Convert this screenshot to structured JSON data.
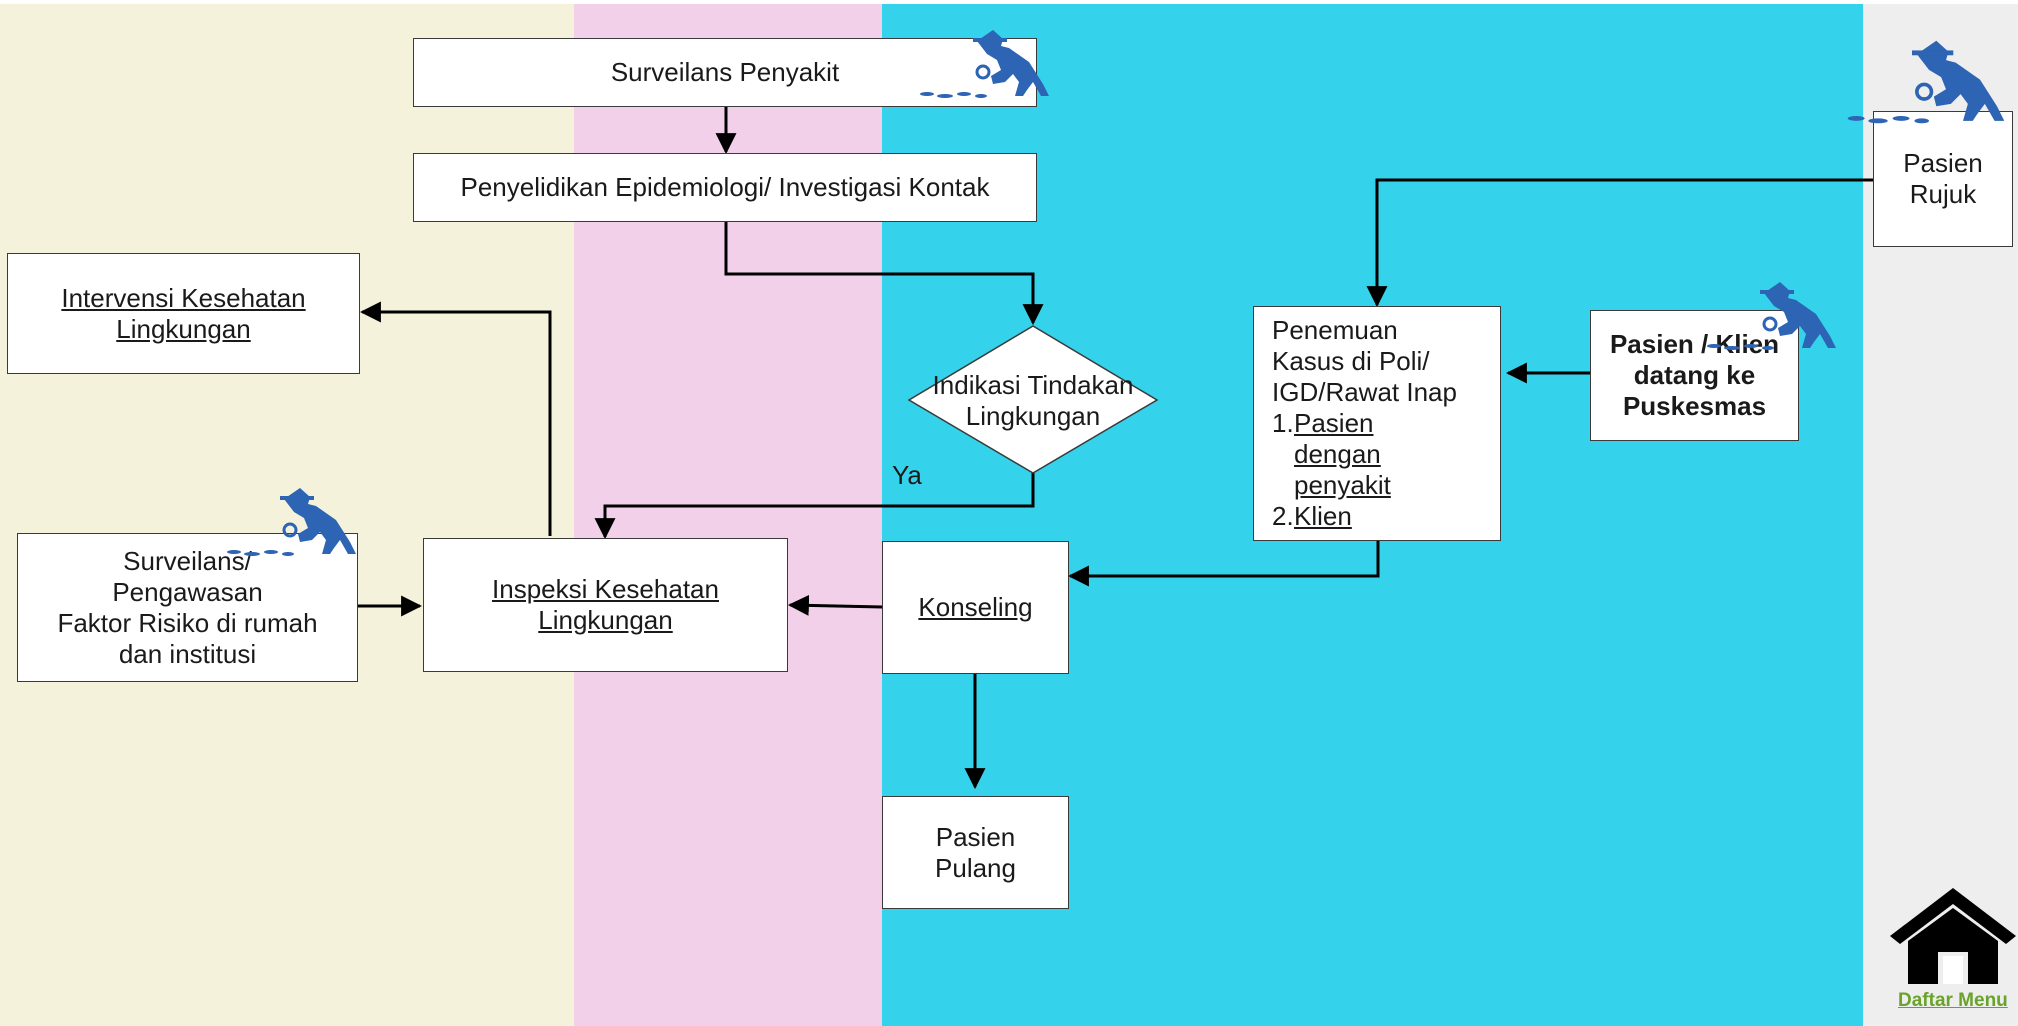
{
  "lanes": {
    "colors": [
      "#f5f2dc",
      "#f2d0ea",
      "#35d3eb",
      "#eeeeee"
    ]
  },
  "boxes": {
    "surveilans_penyakit": "Surveilans Penyakit",
    "penyelidikan": "Penyelidikan Epidemiologi/ Investigasi Kontak",
    "intervensi": [
      "Intervensi Kesehatan",
      "Lingkungan"
    ],
    "surveilans_faktor": [
      "Surveilans/",
      "Pengawasan",
      "Faktor Risiko di rumah",
      "dan institusi"
    ],
    "inspeksi": [
      "Inspeksi Kesehatan",
      "Lingkungan"
    ],
    "konseling": "Konseling",
    "pasien_pulang": [
      "Pasien",
      "Pulang"
    ],
    "penemuan": {
      "lines": [
        "Penemuan",
        "Kasus di Poli/",
        "IGD/Rawat Inap"
      ],
      "item1_num": "1.",
      "item1": [
        "Pasien",
        "dengan",
        "penyakit"
      ],
      "item2_num": "2.",
      "item2": "Klien"
    },
    "pasien_klien": [
      "Pasien / Klien",
      "datang ke",
      "Puskesmas"
    ],
    "pasien_rujuk": [
      "Pasien",
      "Rujuk"
    ]
  },
  "decision": {
    "label": [
      "Indikasi Tindakan",
      "Lingkungan"
    ],
    "yes_label": "Ya"
  },
  "nav": {
    "home_icon": "house-icon",
    "menu_label": "Daftar Menu"
  },
  "icons": {
    "detective": "detective-icon",
    "accent": "#2d64b4"
  }
}
